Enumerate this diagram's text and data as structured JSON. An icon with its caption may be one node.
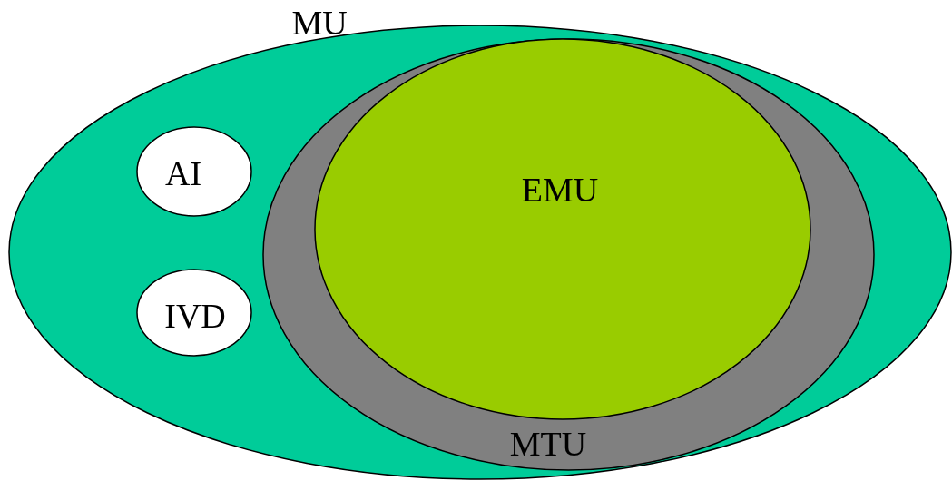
{
  "diagram": {
    "nodes": [
      {
        "text": [
          "MU"
        ]
      },
      {
        "text": [
          "AI"
        ],
        "in": 0
      },
      {
        "text": [
          "IVD"
        ],
        "in": 0
      },
      {
        "text": [
          "MTU"
        ],
        "in": 0
      },
      {
        "text": [
          "EMU"
        ],
        "in": 3
      }
    ]
  }
}
